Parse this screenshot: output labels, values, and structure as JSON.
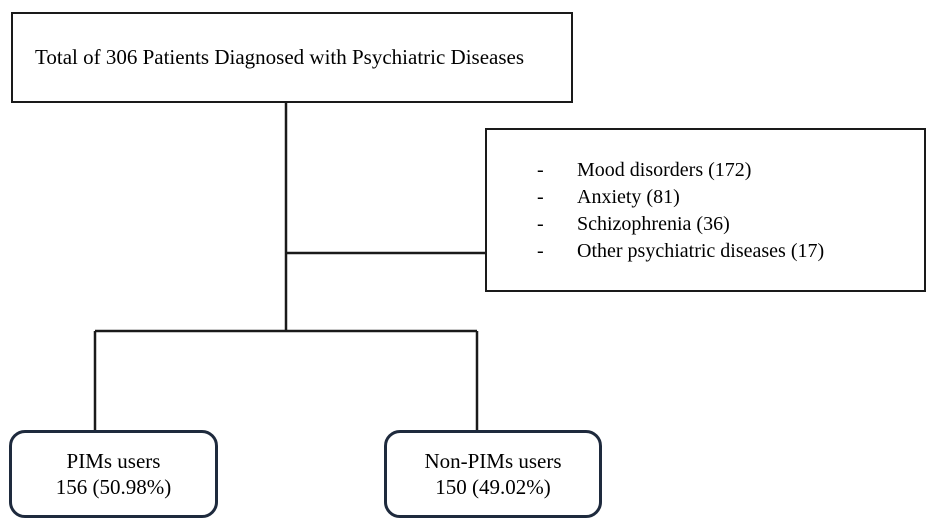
{
  "top_box": {
    "title": "Total of 306 Patients Diagnosed with Psychiatric Diseases"
  },
  "side_box": {
    "items": [
      {
        "bullet": "-",
        "label": "Mood disorders (172)"
      },
      {
        "bullet": "-",
        "label": "Anxiety (81)"
      },
      {
        "bullet": "-",
        "label": "Schizophrenia (36)"
      },
      {
        "bullet": "-",
        "label": "Other psychiatric diseases (17)"
      }
    ]
  },
  "left_box": {
    "label": "PIMs users",
    "value": "156 (50.98%)"
  },
  "right_box": {
    "label": "Non-PIMs users",
    "value": "150 (49.02%)"
  },
  "colors": {
    "line": "#1a1a1a",
    "rounded_border": "#1e2a3d"
  }
}
